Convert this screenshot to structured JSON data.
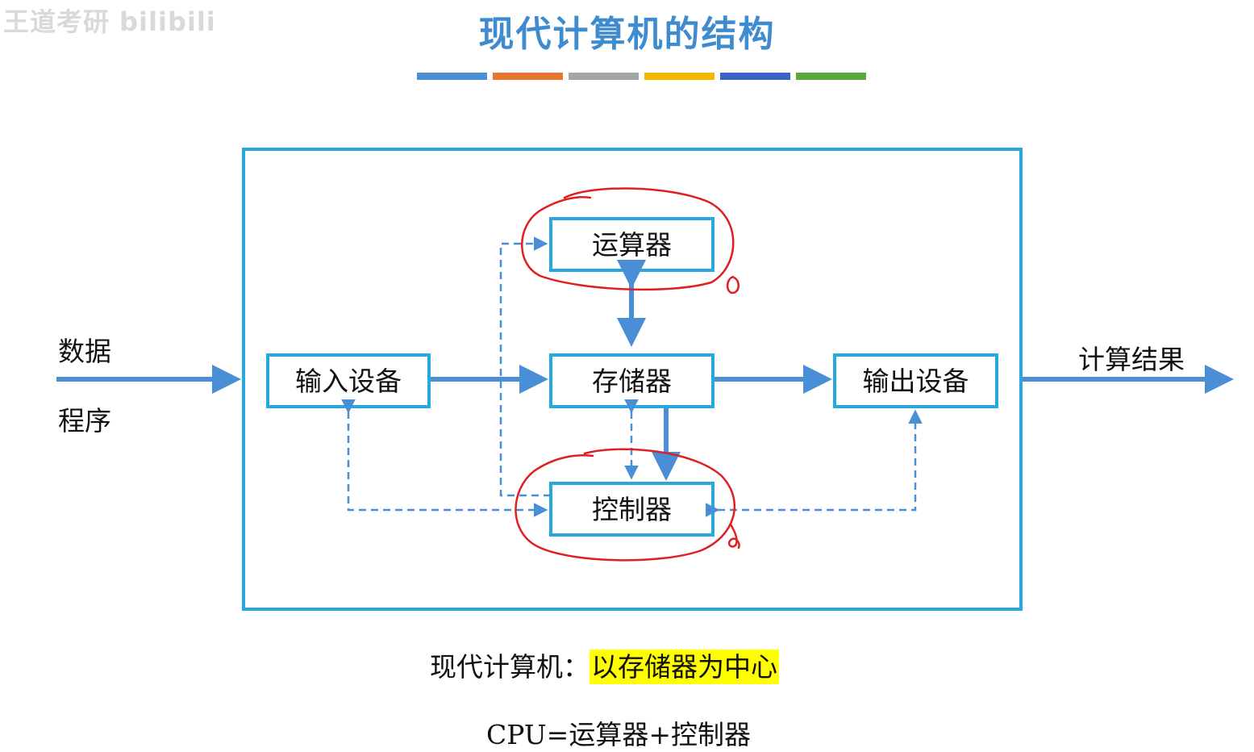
{
  "watermark": "王道考研 bilibili",
  "title": "现代计算机的结构",
  "color_bars": [
    "#4a8fd6",
    "#e8772e",
    "#a5a5a5",
    "#f5b800",
    "#3a62c8",
    "#5aa83a"
  ],
  "colors": {
    "frame": "#29a8e0",
    "arrow": "#4a8fd6",
    "annotation": "#e02020",
    "highlight": "#ffff00"
  },
  "diagram": {
    "boxes": {
      "alu": "运算器",
      "memory": "存储器",
      "controller": "控制器",
      "input": "输入设备",
      "output": "输出设备"
    },
    "inputs": [
      "数据",
      "程序"
    ],
    "output": "计算结果"
  },
  "captions": {
    "line1_prefix": "现代计算机：",
    "line1_highlight": "以存储器为中心",
    "line2": "CPU=运算器+控制器"
  }
}
